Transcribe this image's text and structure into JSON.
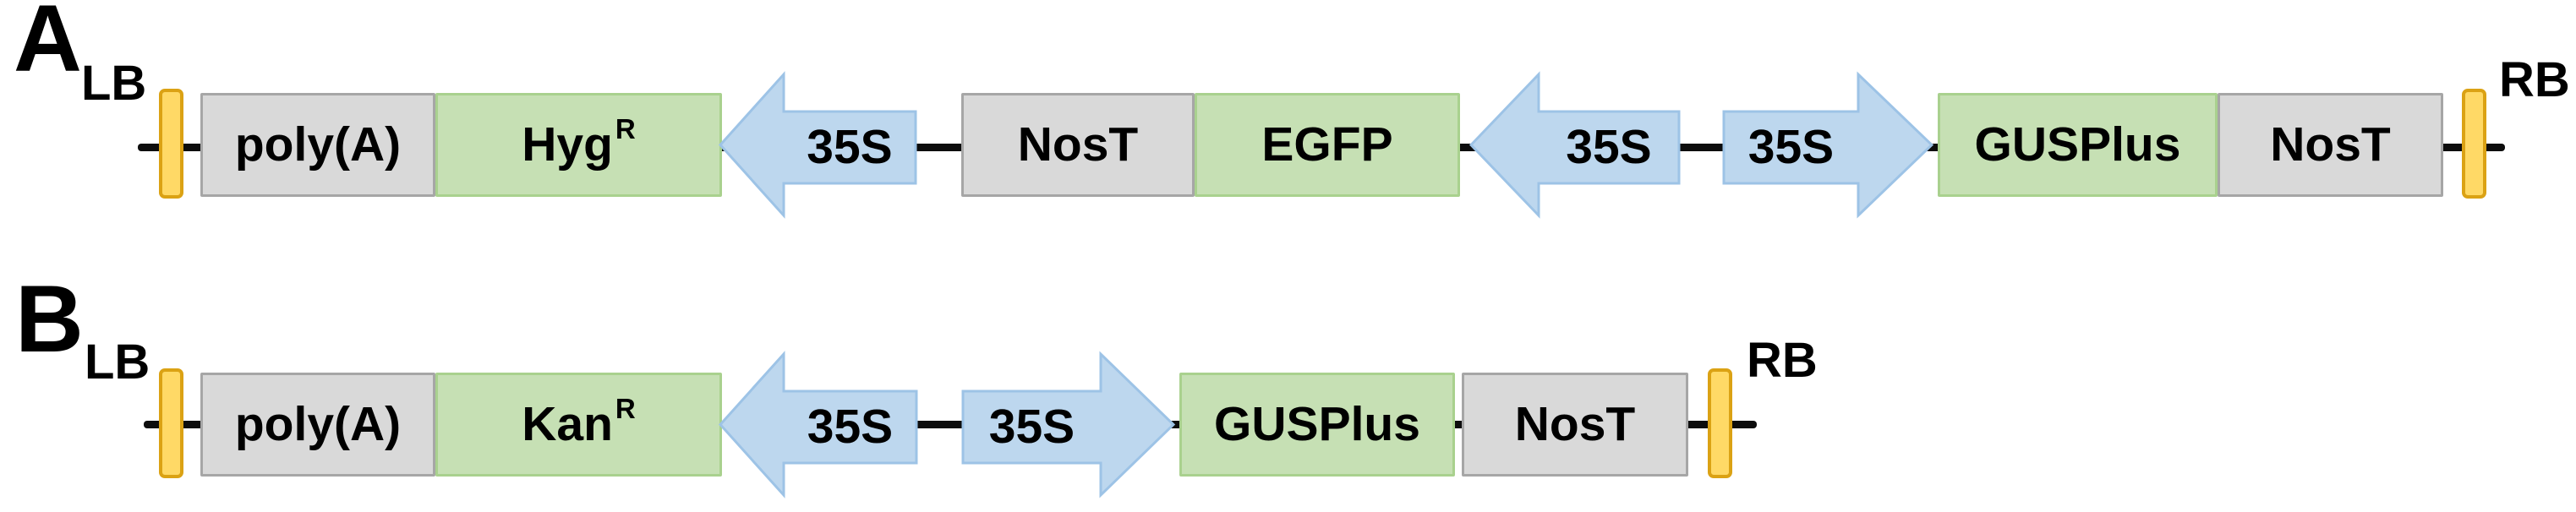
{
  "figure": {
    "type": "t_dna_vector_construct_diagram",
    "colors": {
      "box_gray": "#d9d9d9",
      "box_gray_border": "#a6a6a6",
      "box_green": "#c6e0b4",
      "box_green_border": "#a9d18e",
      "arrow_fill": "#bdd7ee",
      "arrow_border": "#9dc3e6",
      "bar_fill": "#ffd966",
      "bar_border": "#dba214",
      "line": "#0d0d0d",
      "text": "#000000"
    },
    "panels": [
      {
        "label": "A",
        "left_border": "LB",
        "right_border": "RB",
        "segments": [
          {
            "kind": "box",
            "color": "gray",
            "text": "poly(A)"
          },
          {
            "kind": "box",
            "color": "green",
            "text": "Hyg",
            "sup": "R"
          },
          {
            "kind": "promoter-arrow",
            "direction": "left",
            "text": "35S"
          },
          {
            "kind": "box",
            "color": "gray",
            "text": "NosT"
          },
          {
            "kind": "box",
            "color": "green",
            "text": "EGFP"
          },
          {
            "kind": "promoter-arrow",
            "direction": "left",
            "text": "35S"
          },
          {
            "kind": "promoter-arrow",
            "direction": "right",
            "text": "35S"
          },
          {
            "kind": "box",
            "color": "green",
            "text": "GUSPlus"
          },
          {
            "kind": "box",
            "color": "gray",
            "text": "NosT"
          }
        ]
      },
      {
        "label": "B",
        "left_border": "LB",
        "right_border": "RB",
        "segments": [
          {
            "kind": "box",
            "color": "gray",
            "text": "poly(A)"
          },
          {
            "kind": "box",
            "color": "green",
            "text": "Kan",
            "sup": "R"
          },
          {
            "kind": "promoter-arrow",
            "direction": "left",
            "text": "35S"
          },
          {
            "kind": "promoter-arrow",
            "direction": "right",
            "text": "35S"
          },
          {
            "kind": "box",
            "color": "green",
            "text": "GUSPlus"
          },
          {
            "kind": "box",
            "color": "gray",
            "text": "NosT"
          }
        ]
      }
    ]
  }
}
